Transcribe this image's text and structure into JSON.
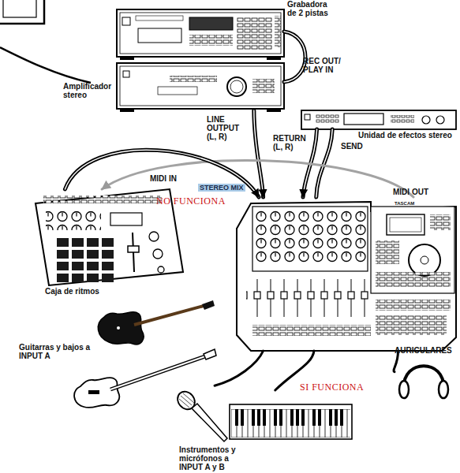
{
  "diagram": {
    "nodes": [
      {
        "text": [
          "Grabadora de 2 pistas"
        ]
      },
      {
        "text": [
          "Amplificador stereo"
        ]
      },
      {
        "text": [
          "Unidad de efectos stereo"
        ]
      },
      {
        "text": [
          "Caja de ritmos"
        ]
      },
      {
        "text": [
          "TASCAM"
        ]
      },
      {
        "text": [
          "Guitarras y bajos a INPUT A"
        ]
      },
      {
        "text": [
          "Instrumentos y micrófonos a INPUT A y B"
        ]
      },
      {
        "text": [
          "AURICULARES"
        ]
      }
    ],
    "edges": [
      {
        "from": 0,
        "to": 1,
        "label": "REC OUT/ PLAY IN",
        "arrow": "none"
      },
      {
        "from": 1,
        "to": 4,
        "label": "LINE OUTPUT (L, R)",
        "arrow": "to"
      },
      {
        "from": 2,
        "to": 4,
        "label": "RETURN (L, R)",
        "arrow": "to"
      },
      {
        "from": 4,
        "to": 2,
        "label": "SEND",
        "arrow": "none"
      },
      {
        "from": 4,
        "to": 3,
        "label": "MIDI OUT",
        "arrow": "to"
      },
      {
        "from": 3,
        "to": 4,
        "arrow": "to"
      },
      {
        "from": 5,
        "to": 4,
        "arrow": "none"
      },
      {
        "from": 6,
        "to": 4,
        "arrow": "none"
      },
      {
        "from": 4,
        "to": 7,
        "arrow": "none"
      }
    ],
    "labels": [
      "MIDI IN",
      "STEREO MIX",
      "NO FUNCIONA",
      "SI FUNCIONA"
    ]
  }
}
